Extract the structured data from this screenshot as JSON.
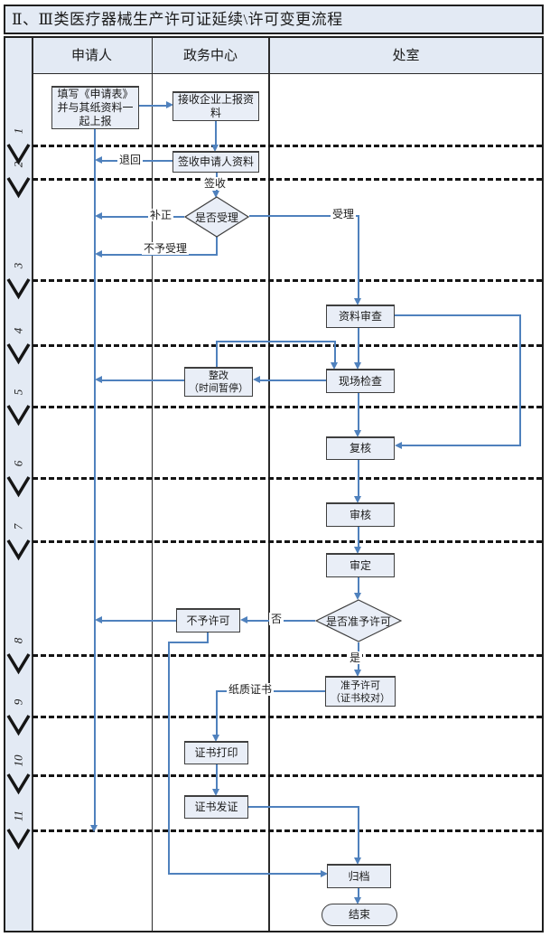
{
  "title": "Ⅱ、Ⅲ类医疗器械生产许可证延续\\许可变更流程",
  "columns": {
    "applicant": "申请人",
    "service_center": "政务中心",
    "department": "处室"
  },
  "rows": [
    "1",
    "2",
    "3",
    "4",
    "5",
    "6",
    "7",
    "8",
    "9",
    "10",
    "11"
  ],
  "nodes": {
    "fill_form": "填写《申请表》并与其纸资料一起上报",
    "receive_materials": "接收企业上报资料",
    "sign_receive": "签收申请人资料",
    "accept_decision": "是否受理",
    "material_review": "资料审查",
    "site_inspection": "现场检查",
    "rectification": "整改",
    "rectification_note": "（时间暂停）",
    "recheck": "复核",
    "review": "审核",
    "adjudicate": "审定",
    "grant_decision": "是否准予许可",
    "deny_license": "不予许可",
    "grant_license": "准予许可",
    "grant_license_note": "（证书校对）",
    "cert_print": "证书打印",
    "cert_issue": "证书发证",
    "archive": "归档",
    "end": "结束"
  },
  "edge_labels": {
    "return_back": "退回",
    "sign": "签收",
    "supplement": "补正",
    "not_accept": "不予受理",
    "accept": "受理",
    "no": "否",
    "yes": "是",
    "paper_cert": "纸质证书"
  },
  "colors": {
    "line": "#4f81bd",
    "node_fill": "#e9eef7",
    "band_fill": "#e3eaf4",
    "border_dark": "#1f1f1f",
    "text": "#1a1a1a"
  }
}
